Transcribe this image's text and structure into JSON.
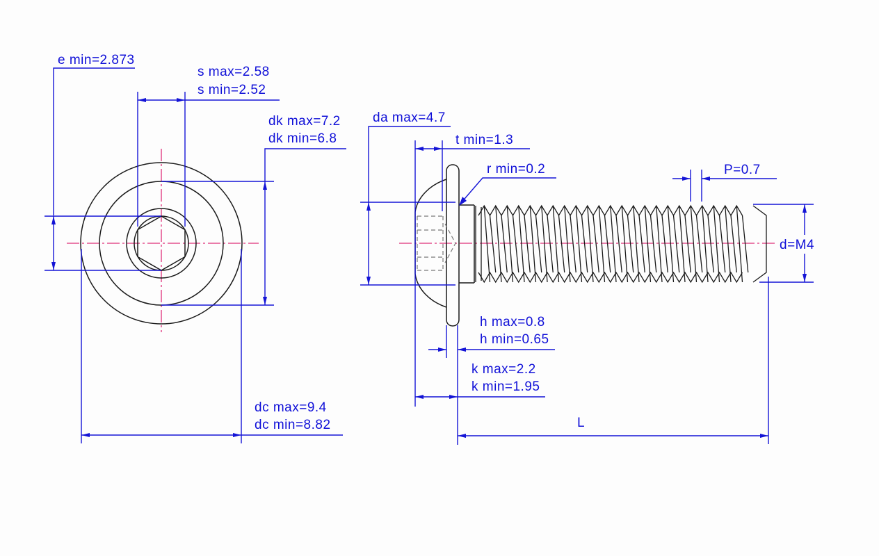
{
  "drawing": {
    "title": "Button head socket cap screw with flange (M4) — dimensioned drawing",
    "colors": {
      "dimension": "#1414d6",
      "part_outline": "#1a1a1a",
      "center_line": "#e0307a",
      "hidden_line": "#7a7a7a",
      "background": "#fdfdfd"
    },
    "end_view": {
      "labels": {
        "e_min": "e min=2.873",
        "s_max": "s max=2.58",
        "s_min": "s min=2.52",
        "dk_max": "dk max=7.2",
        "dk_min": "dk min=6.8",
        "dc_max": "dc max=9.4",
        "dc_min": "dc min=8.82"
      }
    },
    "side_view": {
      "labels": {
        "da_max": "da max=4.7",
        "t_min": "t min=1.3",
        "r_min": "r min=0.2",
        "pitch": "P=0.7",
        "d": "d=M4",
        "h_max": "h max=0.8",
        "h_min": "h min=0.65",
        "k_max": "k max=2.2",
        "k_min": "k min=1.95",
        "length": "L"
      }
    }
  }
}
